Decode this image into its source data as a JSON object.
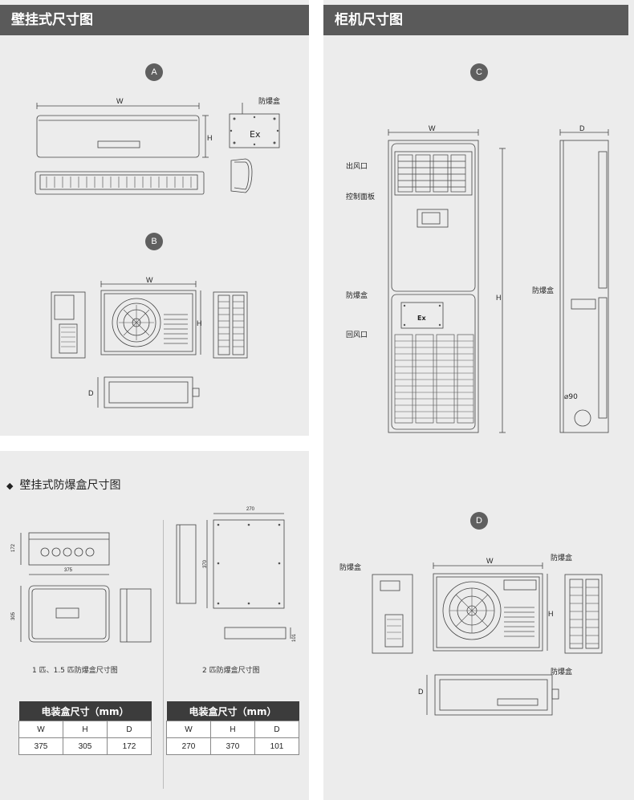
{
  "left": {
    "title": "壁挂式尺寸图",
    "section_a": {
      "marker": "A",
      "w": "W",
      "h": "H",
      "box_label": "防爆盒",
      "ex": "Ex"
    },
    "section_b": {
      "marker": "B",
      "w": "W",
      "h": "H",
      "d": "D"
    }
  },
  "right": {
    "title": "柜机尺寸图",
    "section_c": {
      "marker": "C",
      "w": "W",
      "d": "D",
      "h": "H",
      "outlet": "出风口",
      "panel": "控制面板",
      "box": "防爆盒",
      "return": "回风口",
      "ex": "Ex",
      "box_side": "防爆盒",
      "pipe": "⌀90"
    },
    "section_d": {
      "marker": "D",
      "w": "W",
      "h": "H",
      "d": "D",
      "box1": "防爆盒",
      "box2": "防爆盒",
      "box3": "防爆盒"
    }
  },
  "bottom": {
    "subtitle": "壁挂式防爆盒尺寸图",
    "bullet": "◆",
    "dims_small": {
      "d172": "172",
      "d375": "375",
      "d305": "305",
      "d270": "270",
      "d370": "370",
      "d101": "101"
    },
    "caption1": "1 匹、1.5 匹防爆盒尺寸图",
    "caption2": "2 匹防爆盒尺寸图",
    "table1": {
      "title": "电装盒尺寸（mm）",
      "headers": [
        "W",
        "H",
        "D"
      ],
      "values": [
        "375",
        "305",
        "172"
      ]
    },
    "table2": {
      "title": "电装盒尺寸（mm）",
      "headers": [
        "W",
        "H",
        "D"
      ],
      "values": [
        "270",
        "370",
        "101"
      ]
    }
  }
}
